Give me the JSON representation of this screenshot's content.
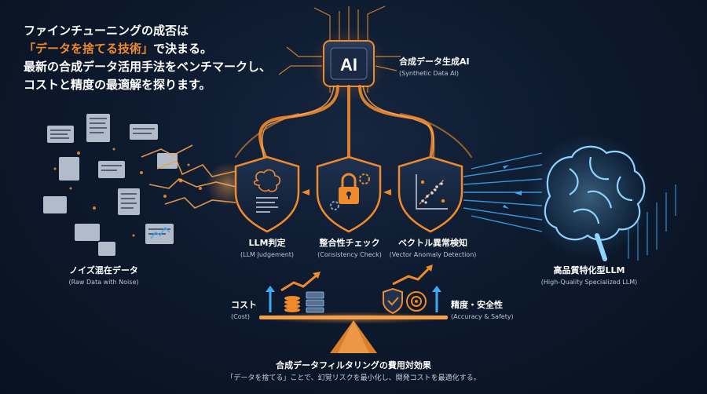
{
  "headline": {
    "line1": "ファインチューニングの成否は",
    "line2_highlight": "「データを捨てる技術」",
    "line2_rest": "で決まる。",
    "line3": "最新の合成データ活用手法をベンチマークし、",
    "line4": "コストと精度の最適解を探ります。"
  },
  "ai_chip": {
    "chip_label": "AI",
    "title": "合成データ生成AI",
    "subtitle": "(Synthetic Data AI)"
  },
  "input": {
    "title": "ノイズ混在データ",
    "subtitle": "(Raw Data with Noise)"
  },
  "filters": [
    {
      "title": "LLM判定",
      "subtitle": "(LLM Judgement)",
      "icon": "brain-document-icon"
    },
    {
      "title": "整合性チェック",
      "subtitle": "(Consistency Check)",
      "icon": "padlock-gear-icon"
    },
    {
      "title": "ベクトル異常検知",
      "subtitle": "(Vector Anomaly Detection)",
      "icon": "scatter-plot-icon"
    }
  ],
  "output": {
    "title": "高品質特化型LLM",
    "subtitle": "(High-Quality Specialized LLM)"
  },
  "balance": {
    "cost_title": "コスト",
    "cost_subtitle": "(Cost)",
    "accuracy_title": "精度・安全性",
    "accuracy_subtitle": "(Accuracy & Safety)"
  },
  "footer": {
    "title": "合成データフィルタリングの費用対効果",
    "subtitle": "「データを捨てる」ことで、幻覚リスクを最小化し、開発コストを最適化する。"
  },
  "colors": {
    "orange": "#f08a2c",
    "blue": "#3fa9f5",
    "background": "#0d1a2e"
  }
}
